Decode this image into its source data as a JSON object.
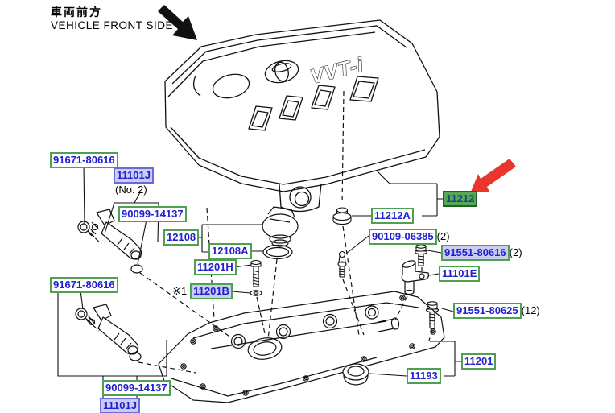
{
  "header": {
    "jp": "車両前方",
    "en": "VEHICLE FRONT SIDE"
  },
  "engine_cover": {
    "badge": "VVT-i",
    "brand": "toyota-emblem"
  },
  "colors": {
    "label_text": "#2020d0",
    "label_border_green": "#4fa14f",
    "label_bg_lavender": "#cbcdf0",
    "label_border_blue": "#6a6ad8",
    "highlight_bg": "#58a758",
    "highlight_border": "#17671d",
    "highlight_text": "#174a7c",
    "arrow_red": "#e8362e",
    "line_art": "#111111"
  },
  "labels": [
    {
      "text": "91671-80616"
    },
    {
      "text": "11101J",
      "sub": "(No. 2)"
    },
    {
      "text": "90099-14137"
    },
    {
      "text": "12108"
    },
    {
      "text": "12108A"
    },
    {
      "text": "11201H"
    },
    {
      "text": "11201B",
      "prefix": "※1"
    },
    {
      "text": "11212A"
    },
    {
      "text": "11212"
    },
    {
      "text": "90109-06385",
      "qty": "(2)"
    },
    {
      "text": "91551-80616",
      "qty": "(2)"
    },
    {
      "text": "11101E"
    },
    {
      "text": "91551-80625",
      "qty": "(12)"
    },
    {
      "text": "11201"
    },
    {
      "text": "11193"
    },
    {
      "text": "91671-80616"
    },
    {
      "text": "90099-14137"
    },
    {
      "text": "11101J"
    }
  ]
}
